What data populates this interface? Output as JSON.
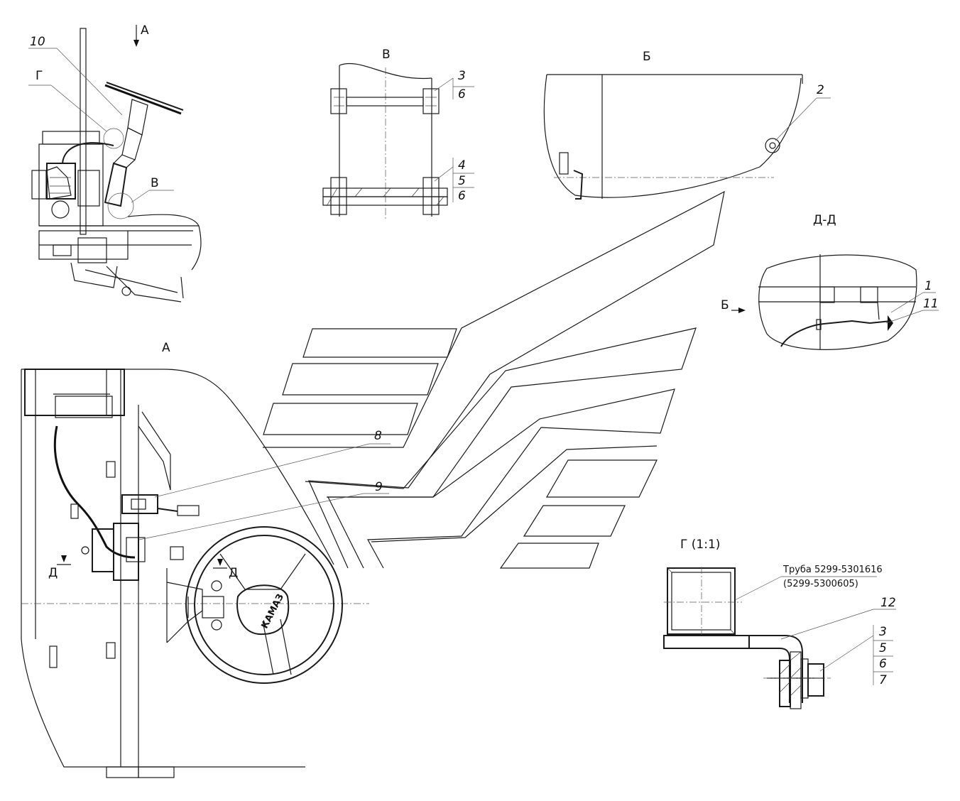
{
  "views": {
    "a_arrow": "А",
    "a_title": "А",
    "v_title": "В",
    "b_title": "Б",
    "dd_title": "Д-Д",
    "b_arrow": "Б",
    "g_marker": "Г",
    "v_marker": "В",
    "g_title": "Г (1:1)",
    "d_left": "Д",
    "d_right": "Д"
  },
  "callouts": {
    "c1": "1",
    "c2": "2",
    "c3": "3",
    "c4": "4",
    "c5": "5",
    "c6": "6",
    "c6b": "6",
    "c7": "7",
    "c8": "8",
    "c9": "9",
    "c10": "10",
    "c11": "11",
    "c12": "12",
    "c3g": "3",
    "c5g": "5",
    "c6g": "6"
  },
  "notes": {
    "pipe_line1": "Труба 5299-5301616",
    "pipe_line2": "(5299-5300605)"
  },
  "steering_wheel": {
    "brand_label": "КАМАЗ"
  }
}
